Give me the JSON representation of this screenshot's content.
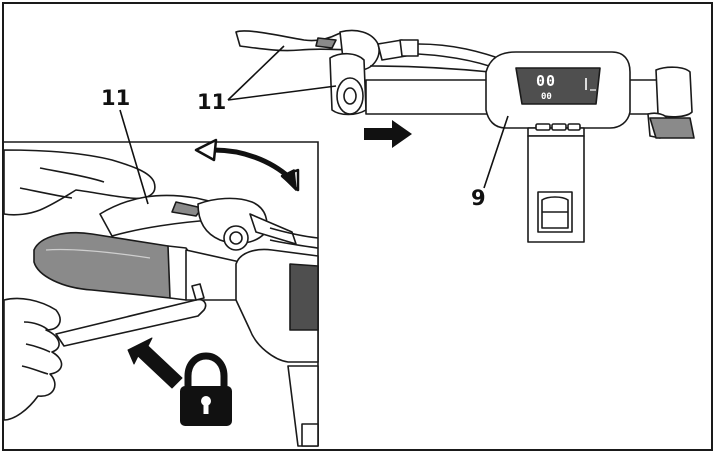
{
  "figure": {
    "callouts": {
      "left_view": "11",
      "top_view": "11",
      "display": "9"
    },
    "display_readout": {
      "speed": "00",
      "trip": "00"
    },
    "icons": [
      "padlock-icon",
      "push-arrow-icon",
      "rotate-arrow-icon",
      "direction-arrow-icon",
      "hex-key-icon"
    ],
    "colors": {
      "line": "#1a1a1a",
      "fill_gray": "#8a8a8a",
      "display_screen": "#4f4f4f",
      "background": "#ffffff"
    }
  }
}
